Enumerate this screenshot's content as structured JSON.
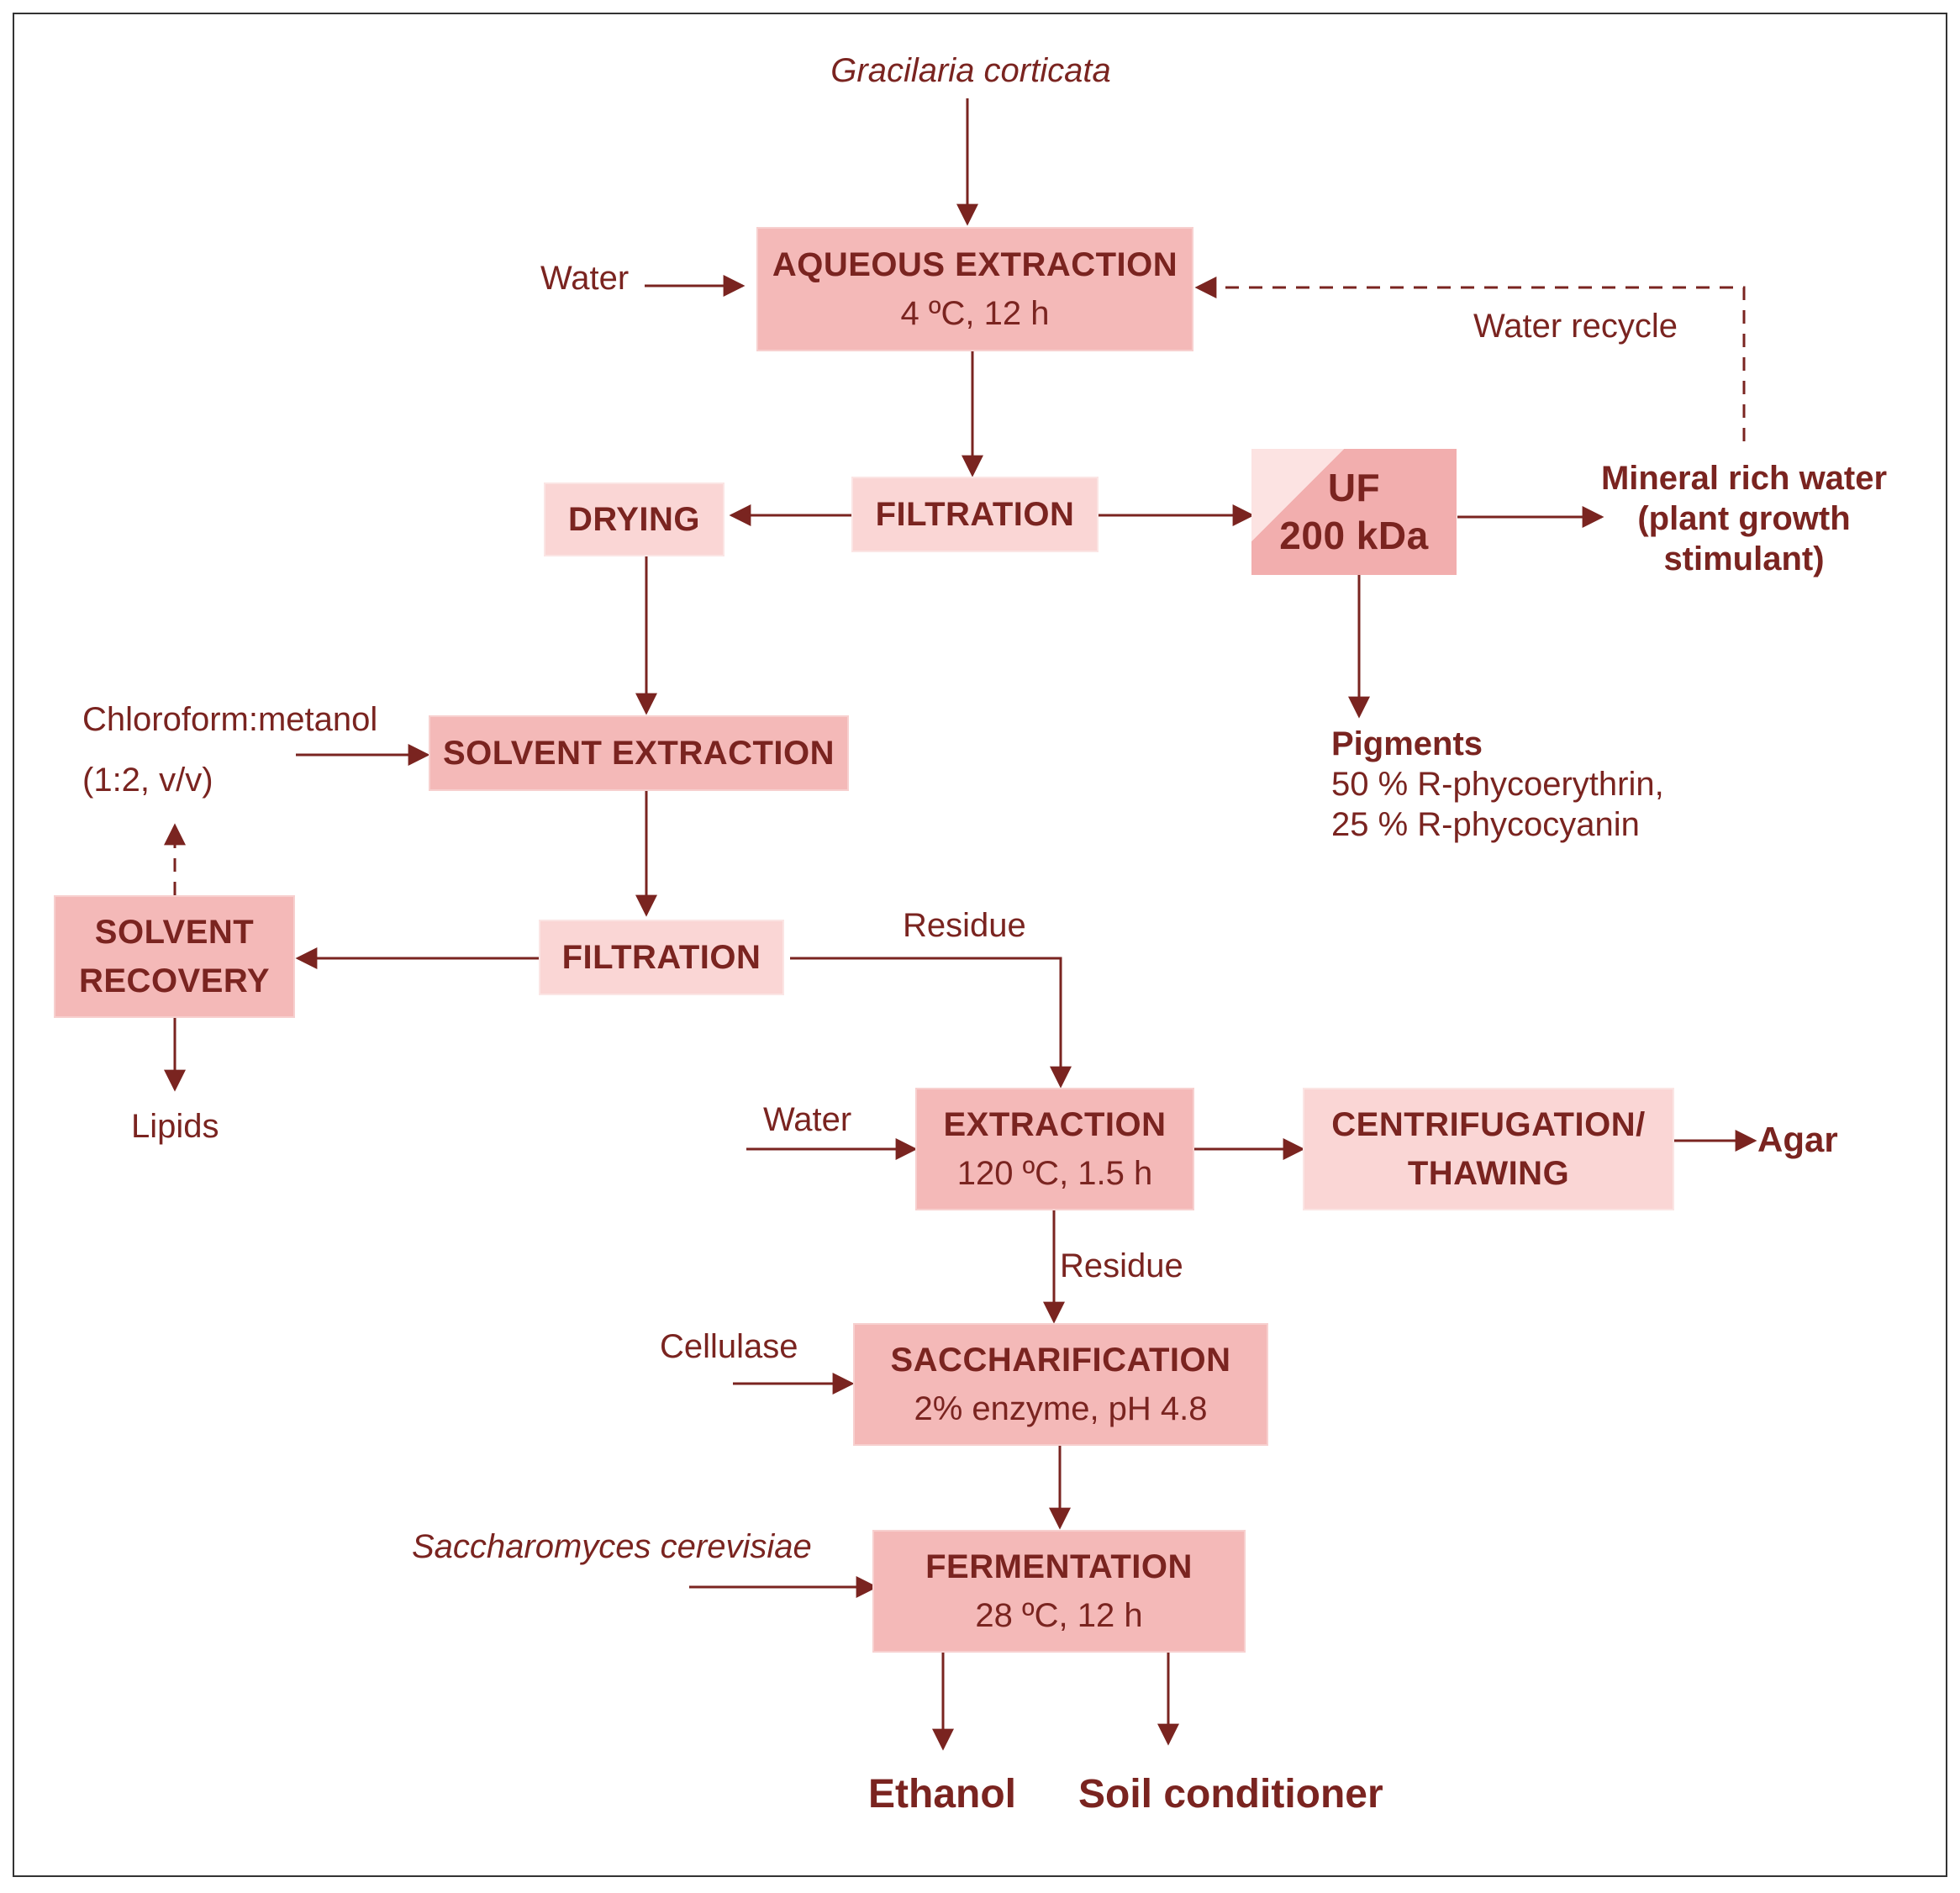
{
  "diagram": {
    "feed": "Gracilaria corticata",
    "steps": {
      "aqueous_extraction": {
        "title": "AQUEOUS EXTRACTION",
        "conditions": "4 ºC, 12 h"
      },
      "filtration_1": {
        "title": "FILTRATION"
      },
      "drying": {
        "title": "DRYING"
      },
      "uf": {
        "title": "UF",
        "subtitle": "200 kDa"
      },
      "solvent_extraction": {
        "title": "SOLVENT EXTRACTION"
      },
      "filtration_2": {
        "title": "FILTRATION"
      },
      "solvent_recovery": {
        "title_line1": "SOLVENT",
        "title_line2": "RECOVERY"
      },
      "extraction": {
        "title": "EXTRACTION",
        "conditions": "120 ºC, 1.5 h"
      },
      "centrifugation": {
        "title_line1": "CENTRIFUGATION/",
        "title_line2": "THAWING"
      },
      "saccharification": {
        "title": "SACCHARIFICATION",
        "conditions": "2% enzyme, pH 4.8"
      },
      "fermentation": {
        "title": "FERMENTATION",
        "conditions": "28 ºC, 12 h"
      }
    },
    "inputs": {
      "water_1": "Water",
      "solvent_line1": "Chloroform:metanol",
      "solvent_line2": "(1:2, v/v)",
      "water_2": "Water",
      "cellulase": "Cellulase",
      "yeast": "Saccharomyces cerevisiae"
    },
    "flow_labels": {
      "water_recycle": "Water recycle",
      "residue_1": "Residue",
      "residue_2": "Residue"
    },
    "outputs": {
      "mineral_water_line1": "Mineral rich water",
      "mineral_water_line2": "(plant growth",
      "mineral_water_line3": "stimulant)",
      "pigments_title": "Pigments",
      "pigments_line1": "50 % R-phycoerythrin,",
      "pigments_line2": "25 % R-phycocyanin",
      "lipids": "Lipids",
      "agar": "Agar",
      "ethanol": "Ethanol",
      "soil_conditioner": "Soil conditioner"
    },
    "colors": {
      "line": "#7a2420",
      "box_dark": "#f4b9b8",
      "box_light": "#fad6d5",
      "text": "#7a2420"
    }
  }
}
